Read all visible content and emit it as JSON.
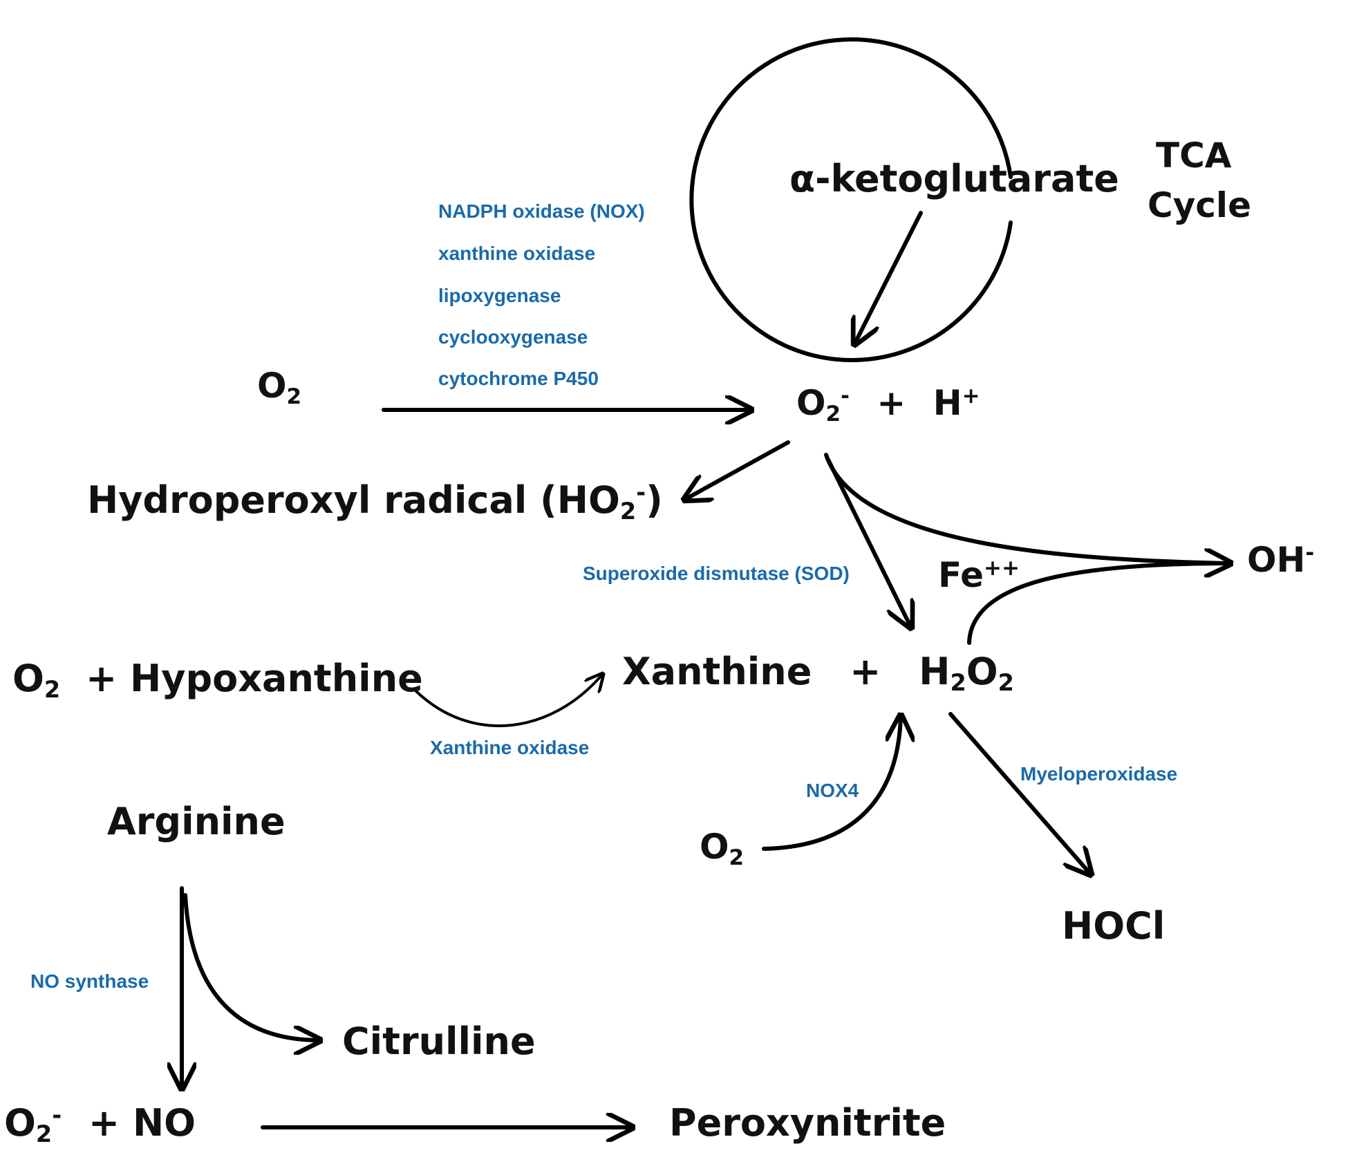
{
  "metabolites": {
    "tca_cycle_line1": "TCA",
    "tca_cycle_line2": "Cycle",
    "alpha_ketoglutarate": "α-ketoglutarate",
    "o2_top": {
      "main": "O",
      "sub": "2"
    },
    "superoxide_plus_h": {
      "o": "O",
      "sub": "2",
      "sup": "-",
      "plus": "+",
      "h": "H",
      "hsup": "+"
    },
    "hydroperoxyl": {
      "text": "Hydroperoxyl radical (HO",
      "sub": "2",
      "sup": "-",
      "close": ")"
    },
    "fe": {
      "main": "Fe",
      "sup": "++"
    },
    "hydroxyl": {
      "main": "OH",
      "sup": "-"
    },
    "o2_hypoxanthine": {
      "o": "O",
      "sub": "2",
      "rest": "+ Hypoxanthine"
    },
    "xanthine_h2o2": {
      "xanthine": "Xanthine",
      "plus": "+",
      "h": "H",
      "sub1": "2",
      "o": "O",
      "sub2": "2"
    },
    "o2_nox4": {
      "main": "O",
      "sub": "2"
    },
    "hocl": "HOCl",
    "arginine": "Arginine",
    "citrulline": "Citrulline",
    "o2_no": {
      "o": "O",
      "sub": "2",
      "sup": "-",
      "rest": "+ NO"
    },
    "peroxynitrite": "Peroxynitrite"
  },
  "enzymes": {
    "ros_sources": [
      "NADPH oxidase (NOX)",
      "xanthine oxidase",
      "lipoxygenase",
      "cyclooxygenase",
      "cytochrome P450"
    ],
    "sod": "Superoxide dismutase (SOD)",
    "xanthine_oxidase": "Xanthine oxidase",
    "nox4": "NOX4",
    "myeloperoxidase": "Myeloperoxidase",
    "no_synthase": "NO synthase"
  },
  "colors": {
    "metabolite_text": "#111111",
    "enzyme_text": "#1a6aa8",
    "arrow": "#000000"
  }
}
